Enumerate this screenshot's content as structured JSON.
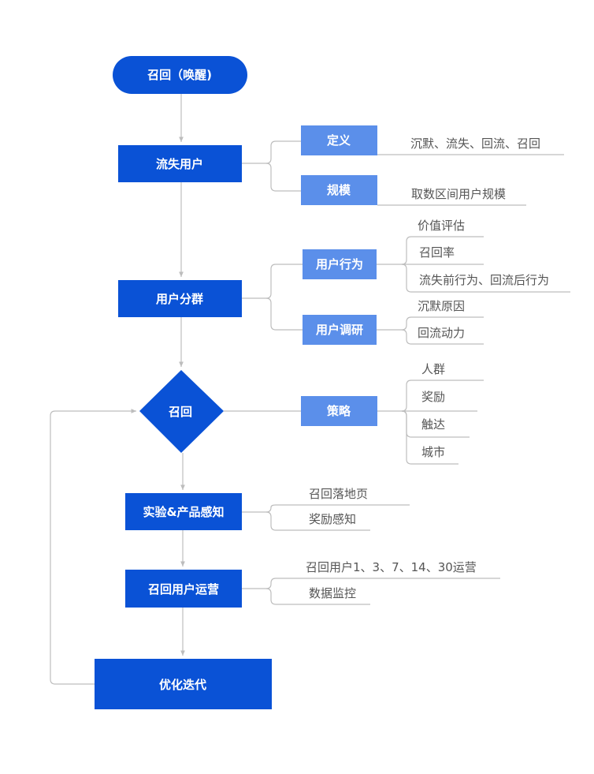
{
  "colors": {
    "primary": "#0a52d6",
    "secondary": "#5b8fea",
    "connector": "#bdbdbd",
    "leaf_text": "#555555"
  },
  "flow": {
    "start": "召回（唤醒)",
    "churn": "流失用户",
    "grouping": "用户分群",
    "recall": "召回",
    "experiment": "实验&产品感知",
    "ops": "召回用户运营",
    "iterate": "优化迭代"
  },
  "branches": {
    "definition": {
      "label": "定义",
      "items": [
        "沉默、流失、回流、召回"
      ]
    },
    "scale": {
      "label": "规模",
      "items": [
        "取数区间用户规模"
      ]
    },
    "behavior": {
      "label": "用户行为",
      "items": [
        "价值评估",
        "召回率",
        "流失前行为、回流后行为"
      ]
    },
    "survey": {
      "label": "用户调研",
      "items": [
        "沉默原因",
        "回流动力"
      ]
    },
    "strategy": {
      "label": "策略",
      "items": [
        "人群",
        "奖励",
        "触达",
        "城市"
      ]
    },
    "experiment_items": [
      "召回落地页",
      "奖励感知"
    ],
    "ops_items": [
      "召回用户1、3、7、14、30运营",
      "数据监控"
    ]
  }
}
